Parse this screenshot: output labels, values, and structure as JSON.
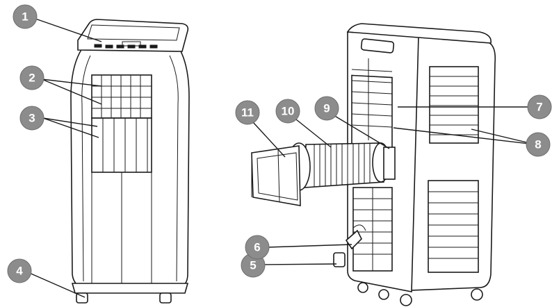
{
  "callouts": [
    {
      "number": "1",
      "name": "callout-1"
    },
    {
      "number": "2",
      "name": "callout-2"
    },
    {
      "number": "3",
      "name": "callout-3"
    },
    {
      "number": "4",
      "name": "callout-4"
    },
    {
      "number": "5",
      "name": "callout-5"
    },
    {
      "number": "6",
      "name": "callout-6"
    },
    {
      "number": "7",
      "name": "callout-7"
    },
    {
      "number": "8",
      "name": "callout-8"
    },
    {
      "number": "9",
      "name": "callout-9"
    },
    {
      "number": "10",
      "name": "callout-10"
    },
    {
      "number": "11",
      "name": "callout-11"
    }
  ],
  "colors": {
    "badge": "#8c8c8c",
    "badge_text": "#ffffff",
    "line_art": "#1a1a1a"
  }
}
